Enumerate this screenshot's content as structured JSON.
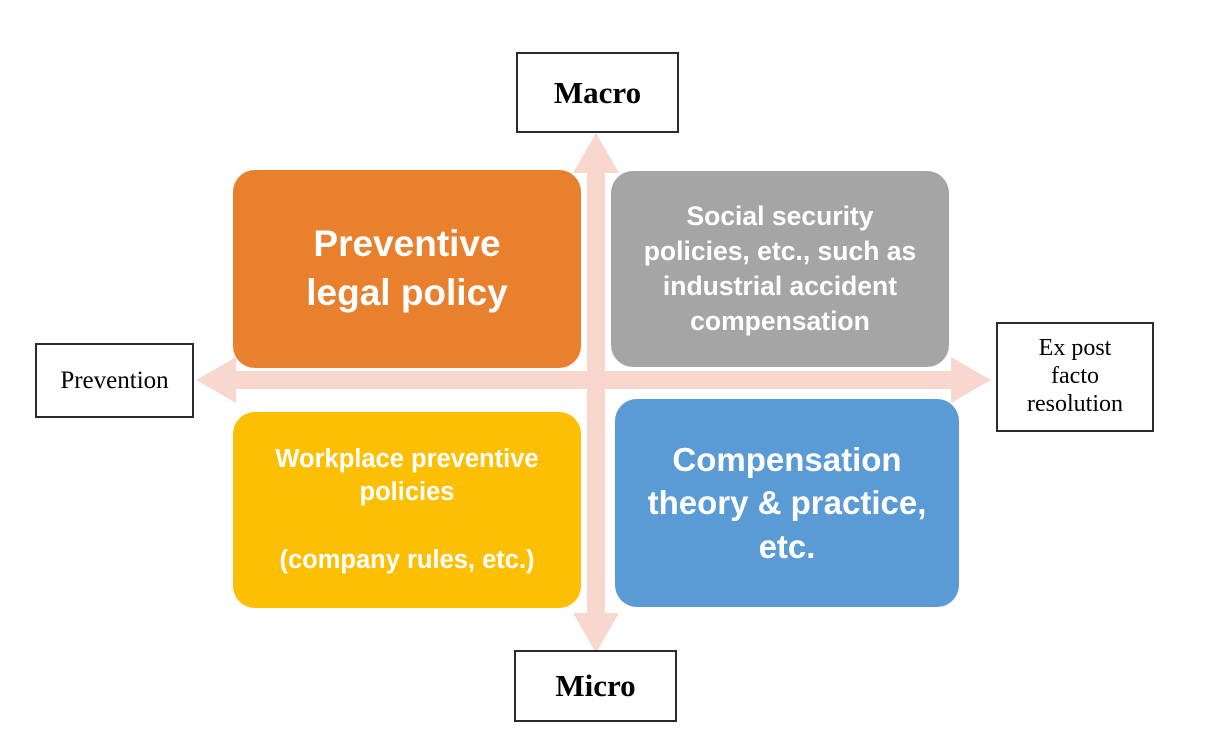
{
  "diagram": {
    "title": "Prevention / Ex post facto resolution by Macro / Micro matrix",
    "colors": {
      "arrow": "#F7D7CE",
      "quadrant_top_left": "#E8802E",
      "quadrant_top_right": "#A5A5A5",
      "quadrant_bottom_left": "#FCBF04",
      "quadrant_bottom_right": "#5B9BD5",
      "label_border": "#2B2B2B",
      "label_text": "#000000",
      "quadrant_text": "#FFFFFF",
      "background": "#FFFFFF"
    },
    "axes": {
      "vertical": {
        "top_label": "Macro",
        "bottom_label": "Micro"
      },
      "horizontal": {
        "left_label": "Prevention",
        "right_label": "Ex post\nfacto\nresolution"
      }
    },
    "quadrants": [
      {
        "id": "top-left",
        "name": "preventive-legal-policy",
        "text": "Preventive\nlegal policy",
        "color": "#E8802E"
      },
      {
        "id": "top-right",
        "name": "social-security-policies",
        "text": "Social security\npolicies, etc., such as\nindustrial accident\ncompensation",
        "color": "#A5A5A5"
      },
      {
        "id": "bottom-left",
        "name": "workplace-preventive-policies",
        "text": "Workplace preventive\npolicies\n\n(company rules, etc.)",
        "color": "#FCBF04"
      },
      {
        "id": "bottom-right",
        "name": "compensation-theory-practice",
        "text": "Compensation\ntheory & practice,\netc.",
        "color": "#5B9BD5"
      }
    ],
    "icons": {
      "vertical_axis": "double-headed-vertical-arrow-icon",
      "horizontal_axis": "double-headed-horizontal-arrow-icon"
    }
  }
}
